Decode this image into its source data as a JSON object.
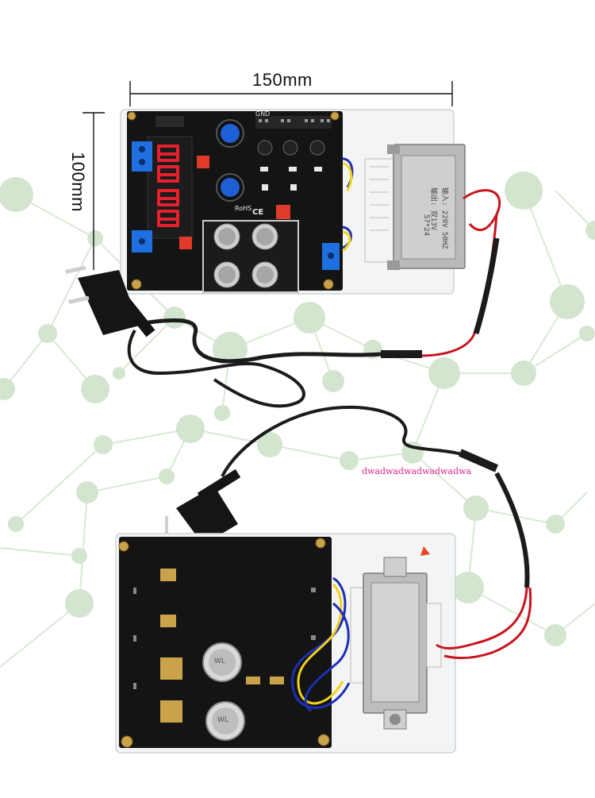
{
  "dimensions": {
    "width_label": "150mm",
    "height_label": "100mm"
  },
  "watermark": "dwadwadwadwadwadwa",
  "transformer_label": {
    "input": "输入: 220V 50HZ",
    "output": "输出: 双13V",
    "model": "57*24"
  },
  "board_silk": {
    "gnd_top": "GND",
    "ce_mark": "CE",
    "rohs": "RoHS"
  },
  "pot_label": "WL",
  "colors": {
    "pcb": "#141414",
    "acrylic": "#f1f3f4",
    "network_dots": "#c9dfc4",
    "cable": "#1b1b1b",
    "wire_red": "#c8141e",
    "wire_blue": "#1e2fb4",
    "wire_yellow": "#f2d21a",
    "knob_blue": "#1f5fd6",
    "terminal_blue": "#1e6fe0",
    "display_red": "#ff2030",
    "watermark": "#e0278a"
  }
}
